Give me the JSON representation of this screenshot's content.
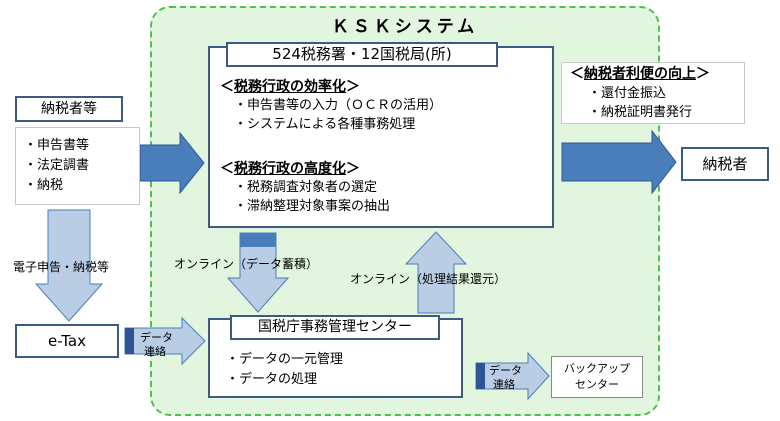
{
  "system_title": "ＫＳＫシステム",
  "main": {
    "header": "524税務署・12国税局(所)",
    "efficiency": {
      "bracket_open": "＜",
      "title": "税務行政の効率化",
      "bracket_close": "＞",
      "items": [
        "・申告書等の入力（ＯＣＲの活用）",
        "・システムによる各種事務処理"
      ]
    },
    "sophistication": {
      "bracket_open": "＜",
      "title": "税務行政の高度化",
      "bracket_close": "＞",
      "items": [
        "・税務調査対象者の選定",
        "・滞納整理対象事案の抽出"
      ]
    }
  },
  "taxpayers_left": {
    "label": "納税者等",
    "items": [
      "・申告書等",
      "・法定調書",
      "・納税"
    ]
  },
  "benefit": {
    "bracket_open": "＜",
    "title": "納税者利便の向上",
    "bracket_close": "＞",
    "items": [
      "・還付金振込",
      "・納税証明書発行"
    ]
  },
  "taxpayer_right": "納税者",
  "arrows": {
    "electronic": "電子申告・納税等",
    "online_store": "オンライン（データ蓄積）",
    "online_return": "オンライン（処理結果還元）",
    "data_link_1": [
      "データ",
      "連絡"
    ],
    "data_link_2": [
      "データ",
      "連絡"
    ]
  },
  "etax": "e-Tax",
  "center": {
    "header": "国税庁事務管理センター",
    "items": [
      "・データの一元管理",
      "・データの処理"
    ]
  },
  "backup": [
    "バックアップ",
    "センター"
  ],
  "colors": {
    "green_area": "#e2f5de",
    "green_border": "#4fc04f",
    "box_border": "#3d5a80",
    "arrow_dark": "#4a7ebb",
    "arrow_light": "#b9cde5"
  }
}
